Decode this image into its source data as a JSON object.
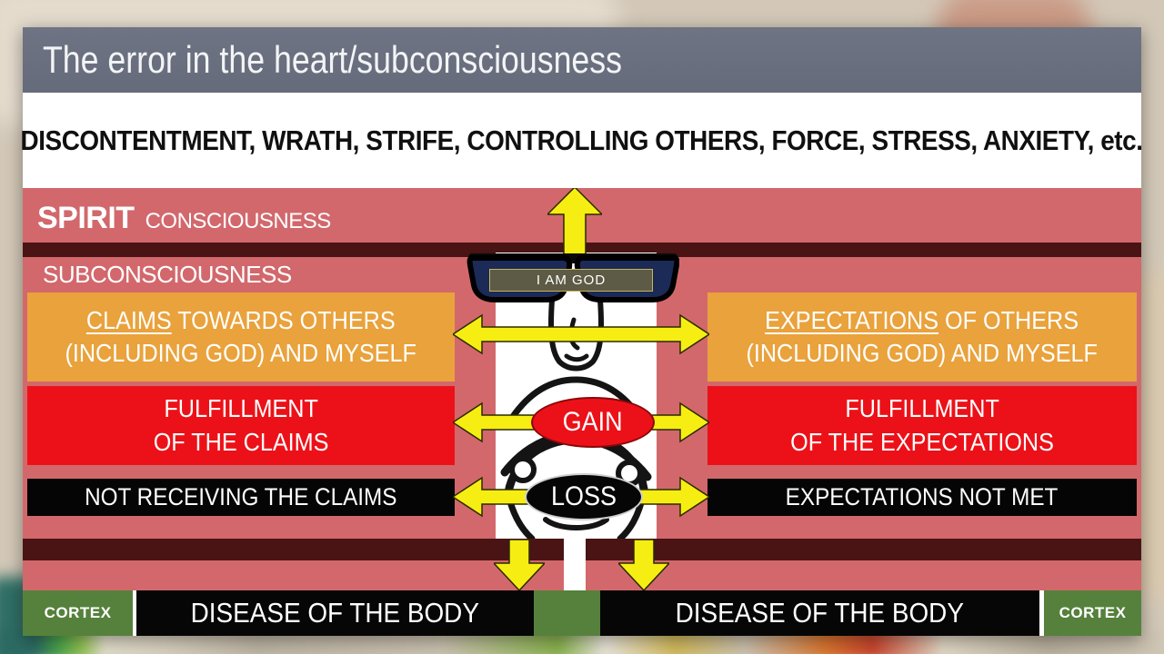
{
  "colors": {
    "header-bg": "#6e7483",
    "salmon": "#d2686c",
    "maroon": "#4a1414",
    "orange": "#e9a23c",
    "red": "#ec1118",
    "green": "#55813c",
    "yellow": "#f6ee12"
  },
  "header": {
    "title": "The error in the heart/subconsciousness"
  },
  "subtitle": "DISCONTENTMENT, WRATH, STRIFE, CONTROLLING OTHERS, FORCE, STRESS, ANXIETY, etc.",
  "diagram": {
    "spirit": "SPIRIT",
    "consciousness": "CONSCIOUSNESS",
    "subconsciousness": "SUBCONSCIOUSNESS",
    "glasses_label": "I AM GOD",
    "gain": "GAIN",
    "loss": "LOSS",
    "left": {
      "claims_word": "CLAIMS",
      "claims_rest": " TOWARDS OTHERS",
      "claims_line2": "(INCLUDING GOD) AND MYSELF",
      "fulfillment_line1": "FULFILLMENT",
      "fulfillment_line2": "OF THE CLAIMS",
      "loss_row": "NOT RECEIVING THE CLAIMS"
    },
    "right": {
      "expectations_word": "EXPECTATIONS",
      "expectations_rest": " OF OTHERS",
      "expectations_line2": "(INCLUDING GOD) AND MYSELF",
      "fulfillment_line1": "FULFILLMENT",
      "fulfillment_line2": "OF THE EXPECTATIONS",
      "loss_row": "EXPECTATIONS NOT MET"
    },
    "bottom": {
      "cortex_left": "CORTEX",
      "disease_left": "DISEASE OF THE BODY",
      "disease_right": "DISEASE OF THE BODY",
      "cortex_right": "CORTEX"
    }
  }
}
